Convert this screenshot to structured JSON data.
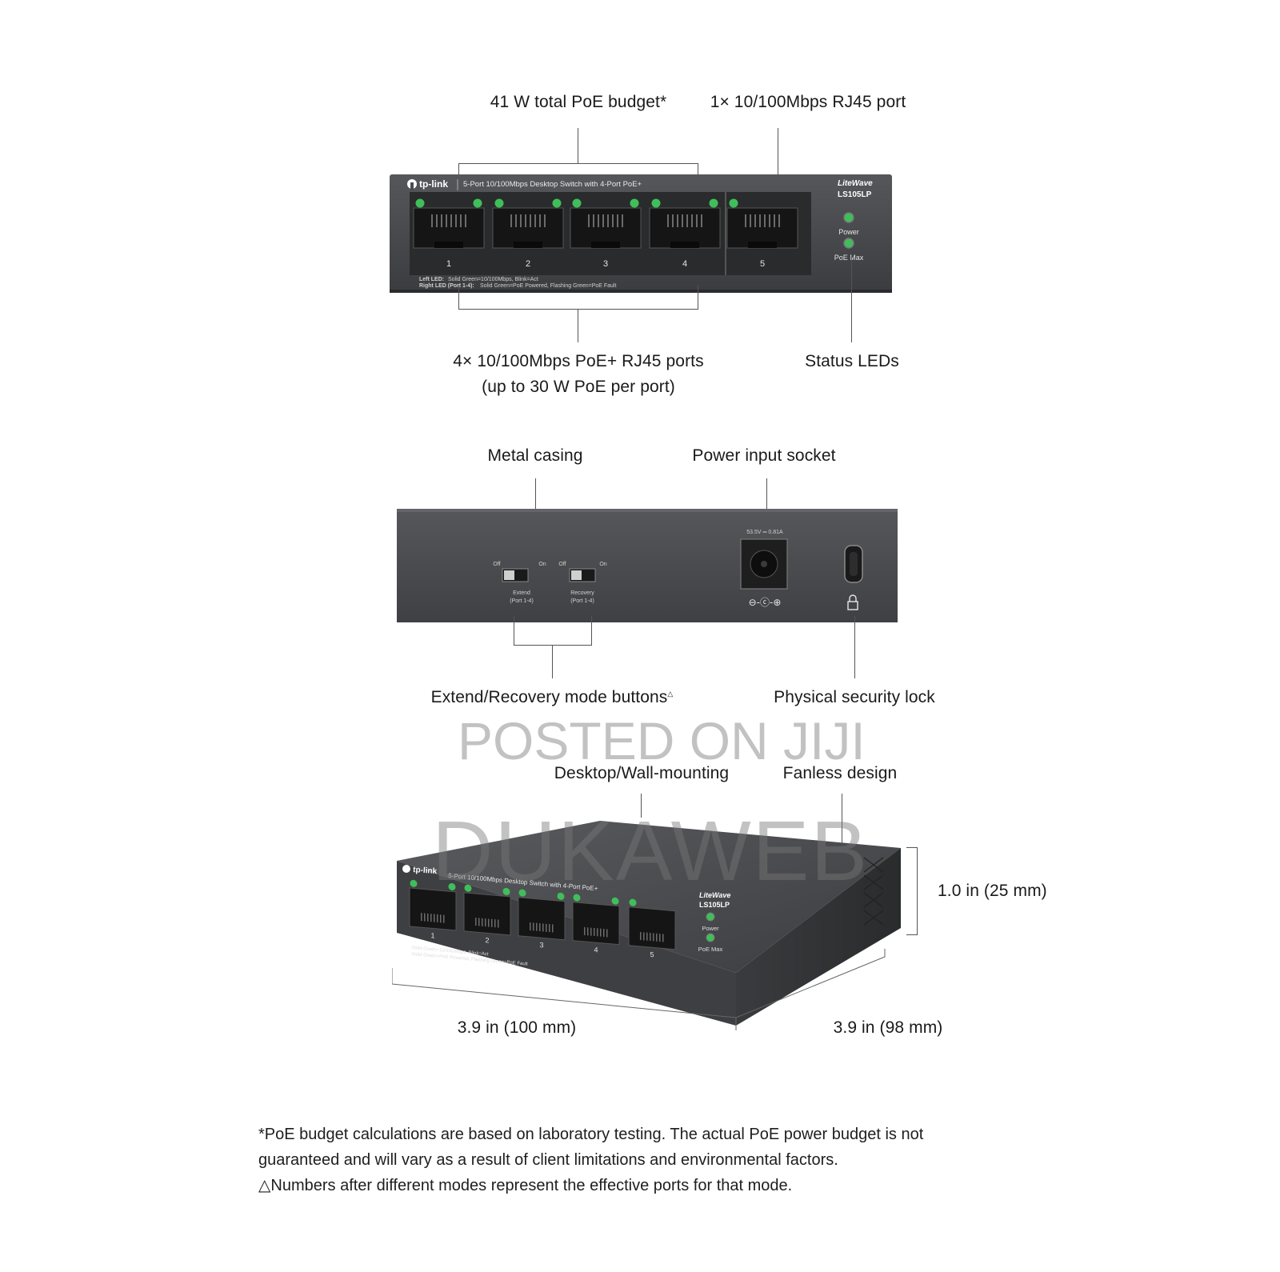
{
  "front": {
    "callout_budget": "41 W total PoE budget*",
    "callout_uplink": "1× 10/100Mbps RJ45 port",
    "callout_poe_ports_1": "4× 10/100Mbps PoE+ RJ45 ports",
    "callout_poe_ports_2": "(up to 30 W PoE per port)",
    "callout_leds": "Status LEDs",
    "brand": "tp-link",
    "product_line": "5-Port 10/100Mbps Desktop Switch with 4-Port PoE+",
    "series": "LiteWave",
    "model": "LS105LP",
    "port_numbers": [
      "1",
      "2",
      "3",
      "4",
      "5"
    ],
    "led_power": "Power",
    "led_poe_max": "PoE Max",
    "legend_left_key": "Left LED:",
    "legend_left_text": "Solid Green=10/100Mbps, Blink=Act",
    "legend_right_key": "Right LED (Port 1-4):",
    "legend_right_text": "Solid Green=PoE Powered, Flashing Green=PoE Fault"
  },
  "back": {
    "callout_casing": "Metal casing",
    "callout_power": "Power input socket",
    "callout_switches": "Extend/Recovery mode buttons",
    "callout_switches_mark": "△",
    "callout_lock": "Physical security lock",
    "switch_off": "Off",
    "switch_on": "On",
    "switch1_name": "Extend",
    "switch1_ports": "(Port 1-4)",
    "switch2_name": "Recovery",
    "switch2_ports": "(Port 1-4)",
    "power_rating": "53.5V ═ 0.81A",
    "polarity": "⊖-ⓒ-⊕",
    "lock_glyph": "🔒"
  },
  "iso": {
    "callout_mount": "Desktop/Wall-mounting",
    "callout_fanless": "Fanless design",
    "dim_height": "1.0 in (25 mm)",
    "dim_width": "3.9 in (100 mm)",
    "dim_depth": "3.9 in (98 mm)"
  },
  "watermarks": {
    "line1": "POSTED ON JIJI",
    "line2": "DUKAWEB"
  },
  "footnote": {
    "line1": "*PoE budget calculations are based on laboratory testing. The actual PoE power budget is not",
    "line2": "guaranteed and will vary as a result of client limitations and environmental factors.",
    "line3": "△Numbers after different modes represent the effective ports for that mode."
  },
  "colors": {
    "chassis": "#4a4b4e",
    "chassis_dark": "#2e2f31",
    "led_green": "#3fbf5a",
    "port_black": "#141414",
    "line": "#555555"
  }
}
